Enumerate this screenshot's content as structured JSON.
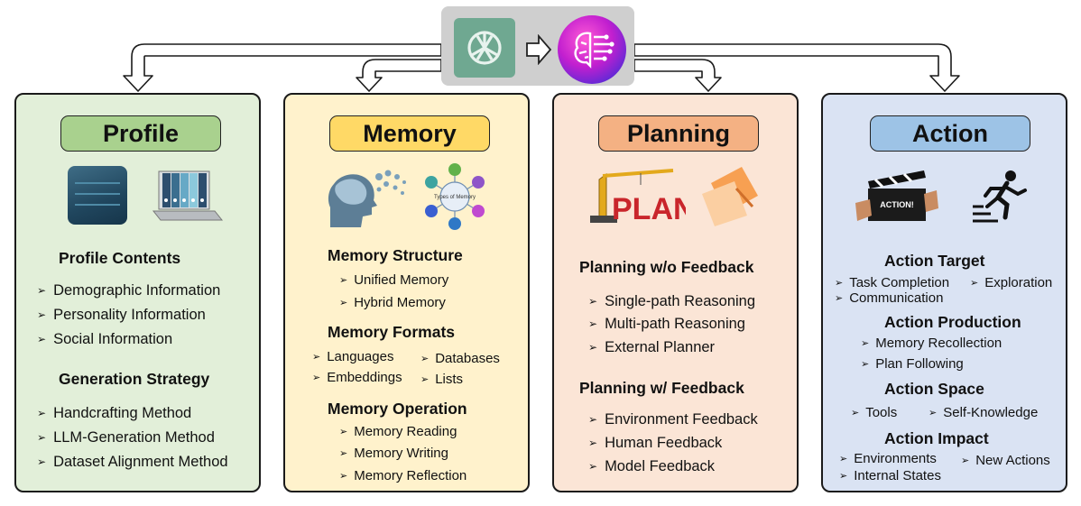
{
  "colors": {
    "profile_bg": "#e2efd9",
    "profile_pill": "#a9d18e",
    "memory_bg": "#fff2cc",
    "memory_pill": "#ffd966",
    "planning_bg": "#fbe5d6",
    "planning_pill": "#f4b183",
    "action_bg": "#dae3f3",
    "action_pill": "#9dc3e6"
  },
  "top": {
    "left_icon": "openai-logo-icon",
    "arrow_icon": "right-arrow-icon",
    "right_icon": "ai-brain-logo-icon"
  },
  "profile": {
    "title": "Profile",
    "icons": [
      "tablet-icon",
      "laptop-binders-icon"
    ],
    "contents_heading": "Profile Contents",
    "contents_items": [
      "Demographic  Information",
      "Personality Information",
      "Social Information"
    ],
    "strategy_heading": "Generation Strategy",
    "strategy_items": [
      "Handcrafting Method",
      "LLM-Generation Method",
      "Dataset  Alignment Method"
    ]
  },
  "memory": {
    "title": "Memory",
    "icons": [
      "head-brain-icon",
      "types-of-memory-diagram-icon"
    ],
    "types_label": "Types of Memory",
    "structure_heading": "Memory Structure",
    "structure_items": [
      "Unified Memory",
      "Hybrid Memory"
    ],
    "formats_heading": "Memory Formats",
    "formats_items": [
      "Languages",
      "Databases",
      "Embeddings",
      "Lists"
    ],
    "operation_heading": "Memory Operation",
    "operation_items": [
      "Memory Reading",
      "Memory Writing",
      "Memory Reflection"
    ]
  },
  "planning": {
    "title": "Planning",
    "icons": [
      "crane-plan-icon",
      "paper-notes-icon"
    ],
    "plan_label": "PLAN",
    "nofeedback_heading": "Planning w/o Feedback",
    "nofeedback_items": [
      "Single-path Reasoning",
      "Multi-path Reasoning",
      "External Planner"
    ],
    "feedback_heading": "Planning w/ Feedback",
    "feedback_items": [
      "Environment Feedback",
      "Human Feedback",
      "Model Feedback"
    ]
  },
  "action": {
    "title": "Action",
    "icons": [
      "clapperboard-icon",
      "running-person-stairs-icon"
    ],
    "clapper_label": "ACTION!",
    "target_heading": "Action Target",
    "target_items": [
      "Task Completion",
      "Exploration",
      "Communication"
    ],
    "production_heading": "Action Production",
    "production_items": [
      "Memory Recollection",
      "Plan Following"
    ],
    "space_heading": "Action Space",
    "space_items": [
      "Tools",
      "Self-Knowledge"
    ],
    "impact_heading": "Action Impact",
    "impact_items": [
      "Environments",
      "New Actions",
      "Internal States"
    ]
  }
}
